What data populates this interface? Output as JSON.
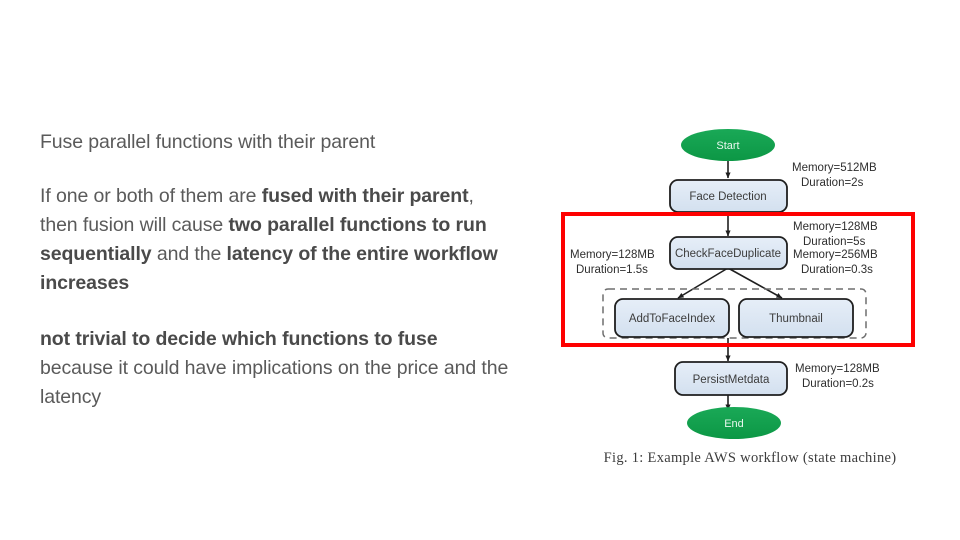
{
  "slide": {
    "paragraphs": [
      {
        "id": "heading",
        "runs": [
          {
            "text": "Fuse parallel functions with their parent",
            "bold": false
          }
        ]
      },
      {
        "id": "body",
        "runs": [
          {
            "text": "If one or both of them are ",
            "bold": false
          },
          {
            "text": "fused with their parent",
            "bold": true
          },
          {
            "text": ", then fusion will cause ",
            "bold": false
          },
          {
            "text": "two parallel functions to run sequentially",
            "bold": true
          },
          {
            "text": " and the ",
            "bold": false
          },
          {
            "text": "latency of the entire workflow increases",
            "bold": true
          }
        ]
      },
      {
        "id": "closing",
        "runs": [
          {
            "text": "not trivial to decide which functions to fuse",
            "bold": true
          },
          {
            "text": " because it could have implications on the price and the latency",
            "bold": false
          }
        ]
      }
    ]
  },
  "figure": {
    "caption": "Fig. 1: Example AWS workflow (state machine)",
    "colors": {
      "terminal_green": "#10a04b",
      "node_fill": "#dbe5f1",
      "node_stroke": "#1f1f1f",
      "highlight_red": "#fe0000",
      "dashed_gray": "#6f6f6f"
    },
    "nodes": [
      {
        "id": "start",
        "label": "Start",
        "type": "terminal"
      },
      {
        "id": "face",
        "label": "Face Detection",
        "type": "task"
      },
      {
        "id": "check",
        "label": "CheckFaceDuplicate",
        "type": "task"
      },
      {
        "id": "addindex",
        "label": "AddToFaceIndex",
        "type": "task"
      },
      {
        "id": "thumbnail",
        "label": "Thumbnail",
        "type": "task"
      },
      {
        "id": "persist",
        "label": "PersistMetdata",
        "type": "task"
      },
      {
        "id": "end",
        "label": "End",
        "type": "terminal"
      }
    ],
    "annotations": [
      {
        "for": "face",
        "memory": "Memory=512MB",
        "duration": "Duration=2s"
      },
      {
        "for": "check",
        "memory": "Memory=128MB",
        "duration": "Duration=5s"
      },
      {
        "for": "addindex",
        "memory": "Memory=128MB",
        "duration": "Duration=1.5s"
      },
      {
        "for": "thumbnail",
        "memory": "Memory=256MB",
        "duration": "Duration=0.3s"
      },
      {
        "for": "persist",
        "memory": "Memory=128MB",
        "duration": "Duration=0.2s"
      }
    ]
  }
}
